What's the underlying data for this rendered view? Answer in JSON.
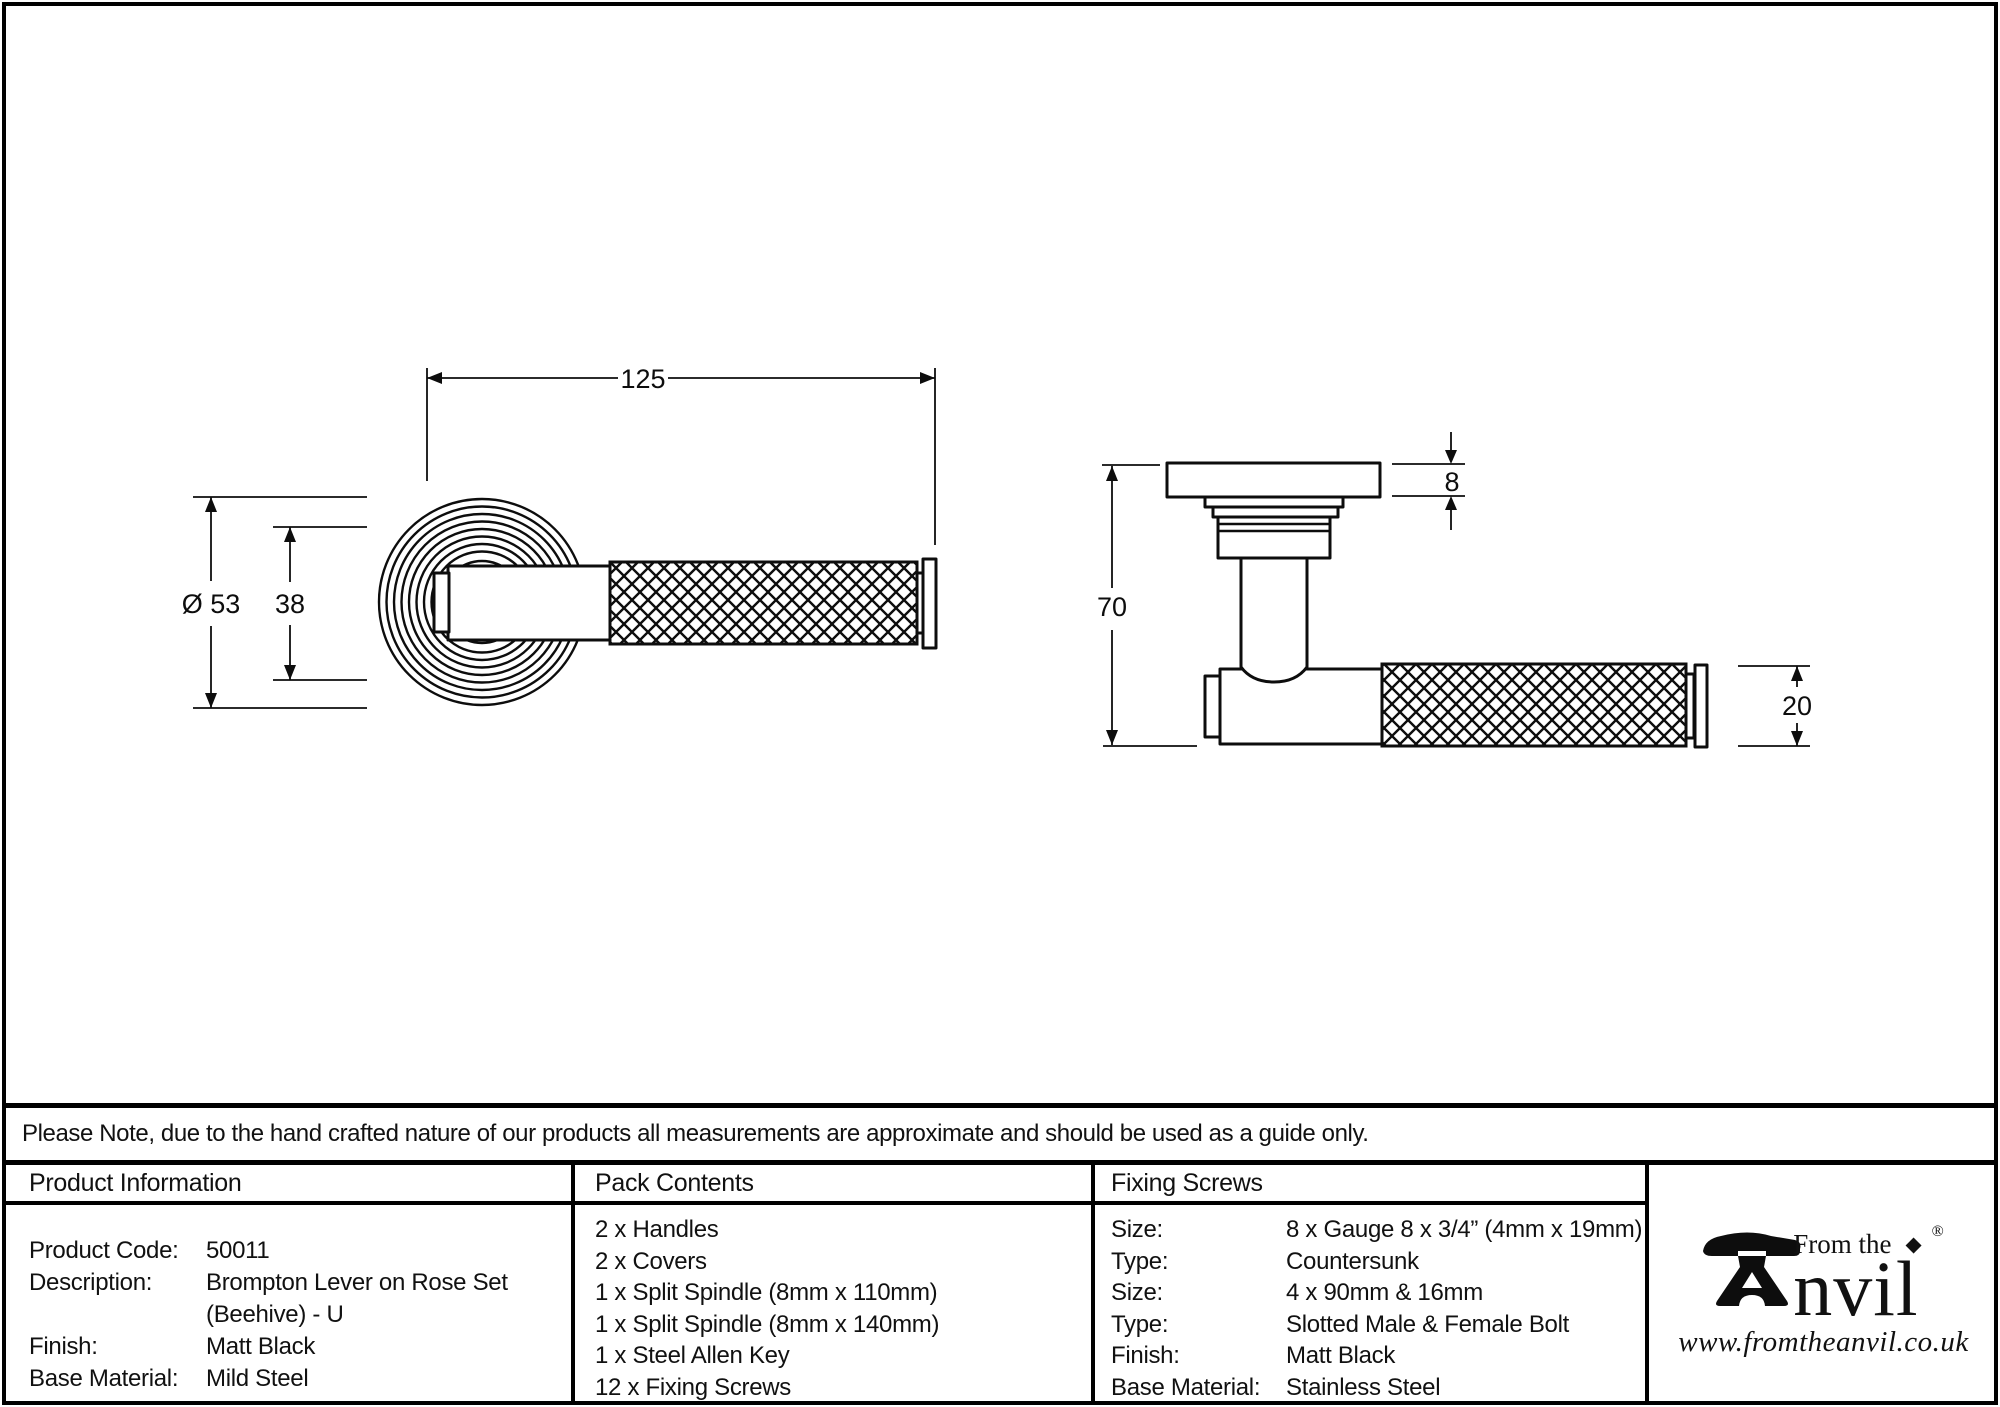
{
  "page": {
    "background": "#ffffff",
    "line_color": "#0d0d0d",
    "border_color": "#000000"
  },
  "note": {
    "text": "Please Note, due to the hand crafted nature of our products all measurements are approximate and should be used as a guide only."
  },
  "drawings": {
    "front_view": {
      "dim_width": "125",
      "dim_diameter": "Ø 53",
      "dim_inner": "38"
    },
    "side_view": {
      "dim_projection": "70",
      "dim_rose_thickness": "8",
      "dim_grip": "20"
    }
  },
  "table": {
    "product_information": {
      "header": "Product Information",
      "rows": [
        {
          "label": "Product Code:",
          "value": "50011"
        },
        {
          "label": "Description:",
          "value": "Brompton Lever on Rose Set",
          "value2": "(Beehive) - U"
        },
        {
          "label": "Finish:",
          "value": "Matt Black"
        },
        {
          "label": "Base Material:",
          "value": "Mild Steel"
        }
      ]
    },
    "pack_contents": {
      "header": "Pack Contents",
      "items": [
        "2 x Handles",
        "2 x Covers",
        "1 x Split Spindle (8mm x 110mm)",
        "1 x Split Spindle (8mm x 140mm)",
        "1 x Steel Allen Key",
        "12 x Fixing Screws"
      ]
    },
    "fixing_screws": {
      "header": "Fixing Screws",
      "rows": [
        {
          "label": "Size:",
          "value": "8 x Gauge 8 x 3/4” (4mm x 19mm)"
        },
        {
          "label": "Type:",
          "value": "Countersunk"
        },
        {
          "label": "Size:",
          "value": "4 x 90mm & 16mm"
        },
        {
          "label": "Type:",
          "value": "Slotted Male & Female Bolt"
        },
        {
          "label": "Finish:",
          "value": "Matt Black"
        },
        {
          "label": "Base Material:",
          "value": "Stainless Steel"
        }
      ]
    }
  },
  "logo": {
    "prefix": "From the",
    "word_rest": "nvil",
    "diamond": "◆",
    "registered": "®",
    "url": "www.fromtheanvil.co.uk"
  }
}
